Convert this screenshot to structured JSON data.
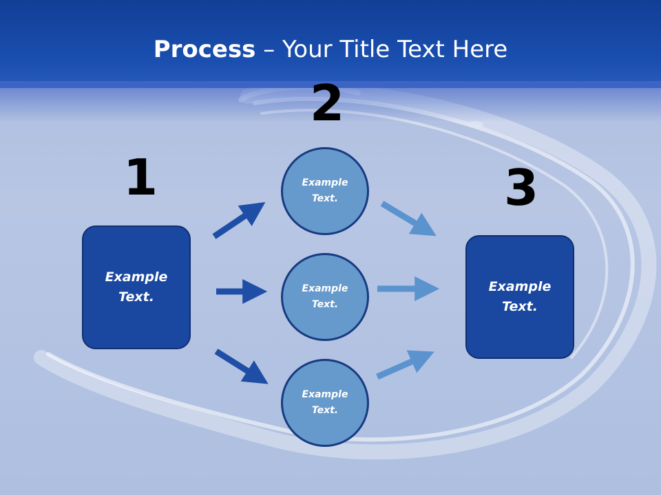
{
  "title": {
    "bold": "Process",
    "rest": " – Your Title Text Here"
  },
  "steps": [
    {
      "number": "1",
      "text": "Example\nText."
    },
    {
      "number": "2"
    },
    {
      "number": "3",
      "text": "Example\nText."
    }
  ],
  "circles": [
    {
      "text": "Example\nText."
    },
    {
      "text": "Example\nText."
    },
    {
      "text": "Example\nText."
    }
  ],
  "colors": {
    "header": "#1a4fb0",
    "box_fill": "#1a47a0",
    "circle_fill": "#6699cc",
    "arrow_dark": "#1f4ea6",
    "arrow_light": "#5b93cf"
  }
}
